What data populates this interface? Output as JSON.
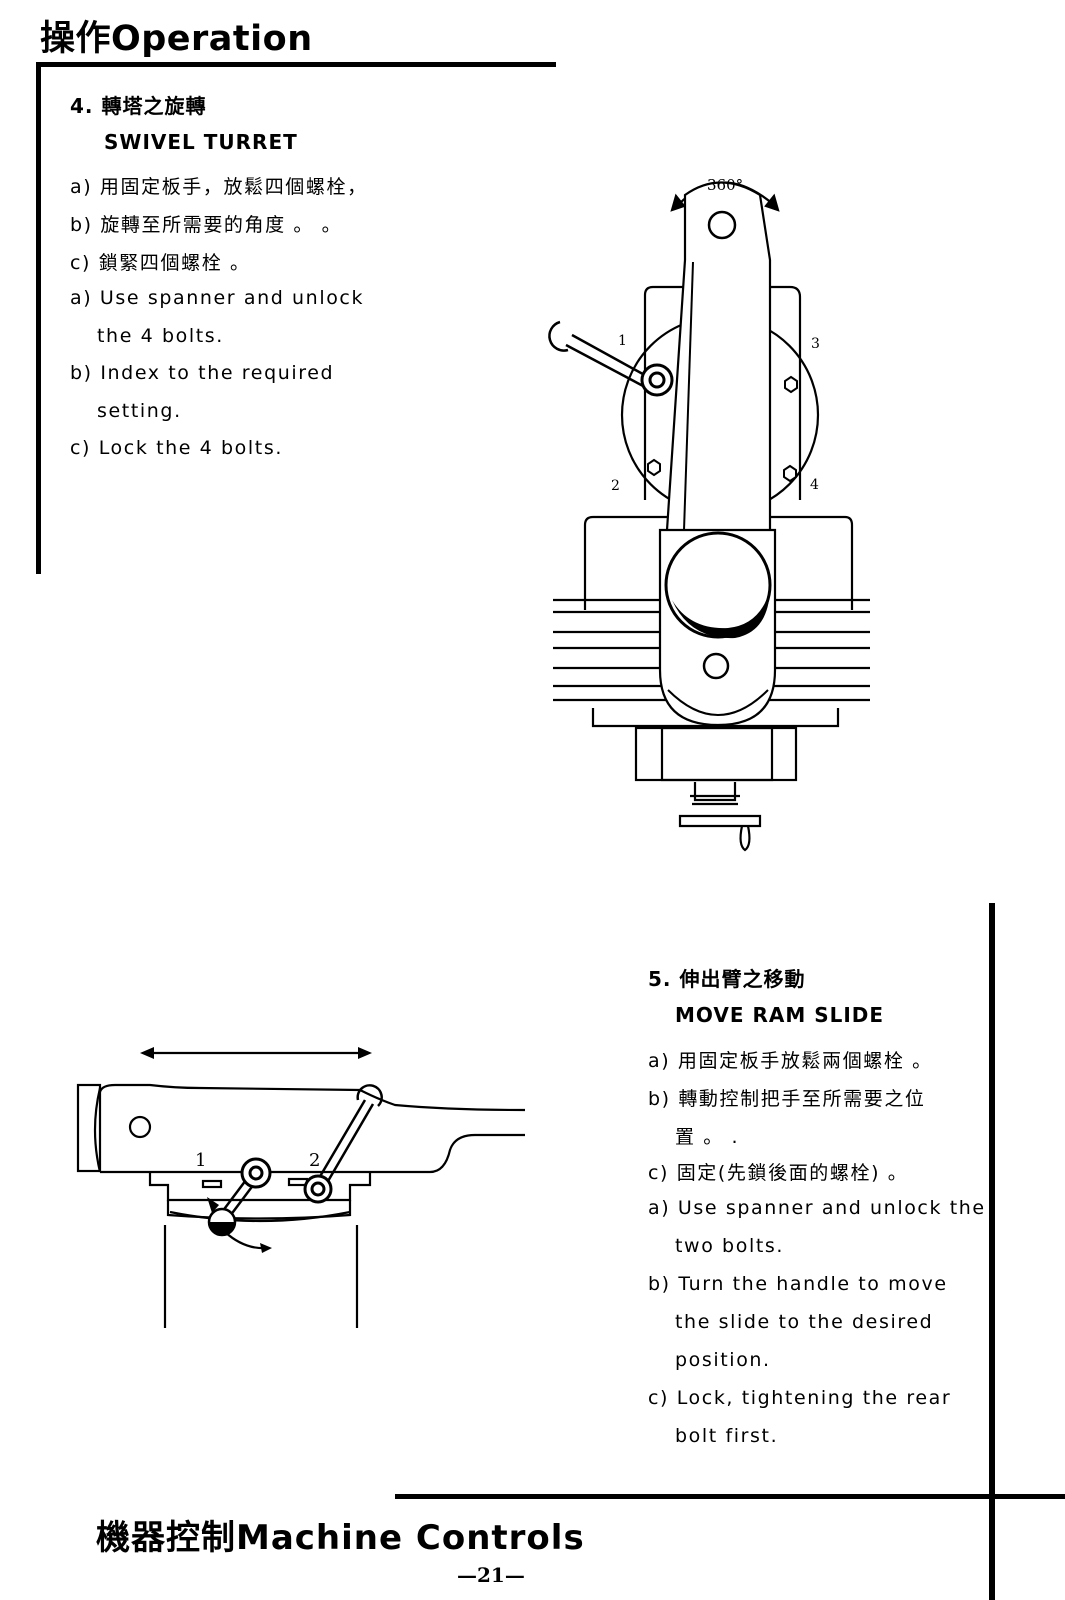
{
  "header": {
    "title": "操作Operation"
  },
  "section4": {
    "heading_zh": "4.  轉塔之旋轉",
    "heading_en": "SWIVEL  TURRET",
    "lines": [
      "a) 用固定板手，放鬆四個螺栓，",
      "b) 旋轉至所需要的角度 。 。",
      "c) 鎖緊四個螺栓 。",
      "a) Use  spanner  and  unlock",
      "the  4  bolts.",
      "b) Index  to  the  required",
      "setting.",
      "c) Lock  the  4  bolts."
    ]
  },
  "turret_figure": {
    "angle_label": "360°",
    "bolt_labels": [
      "1",
      "2",
      "3",
      "4"
    ]
  },
  "section5": {
    "heading_zh": "5. 伸出臂之移動",
    "heading_en": "MOVE RAM SLIDE",
    "lines": [
      "a) 用固定板手放鬆兩個螺栓 。",
      "b) 轉動控制把手至所需要之位",
      "置 。          .",
      "c) 固定(先鎖後面的螺栓) 。",
      "a) Use spanner and unlock the",
      "two  bolts.",
      "b) Turn  the  handle  to  move",
      "the  slide  to  the  desired",
      "position.",
      "c) Lock,  tightening  the  rear",
      "bolt  first."
    ]
  },
  "ram_figure": {
    "bolt_labels": [
      "1",
      "2"
    ]
  },
  "footer": {
    "title": "機器控制Machine Controls",
    "page_number": "—21—"
  }
}
